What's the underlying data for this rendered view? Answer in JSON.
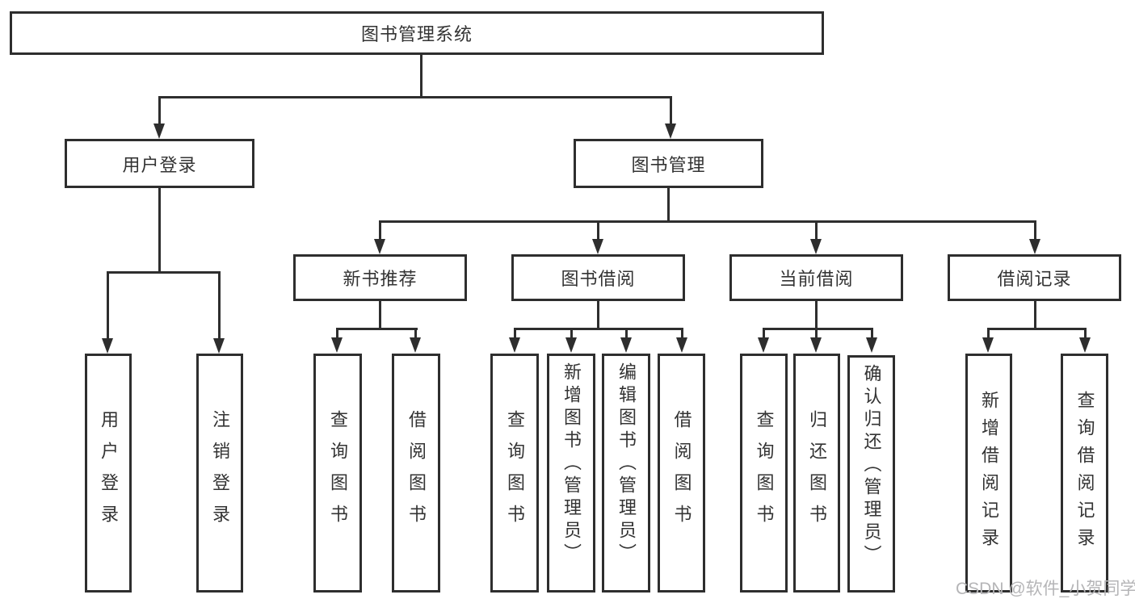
{
  "title": "图书管理系统",
  "branches": [
    {
      "label": "用户登录",
      "children": [
        {
          "label": "用户登录"
        },
        {
          "label": "注销登录"
        }
      ]
    },
    {
      "label": "图书管理",
      "children": [
        {
          "label": "新书推荐",
          "children": [
            {
              "label": "查询图书"
            },
            {
              "label": "借阅图书"
            }
          ]
        },
        {
          "label": "图书借阅",
          "children": [
            {
              "label": "查询图书"
            },
            {
              "label": "新增图书（管理员）"
            },
            {
              "label": "编辑图书（管理员）"
            },
            {
              "label": "借阅图书"
            }
          ]
        },
        {
          "label": "当前借阅",
          "children": [
            {
              "label": "查询图书"
            },
            {
              "label": "归还图书"
            },
            {
              "label": "确认归还（管理员）"
            }
          ]
        },
        {
          "label": "借阅记录",
          "children": [
            {
              "label": "新增借阅记录"
            },
            {
              "label": "查询借阅记录"
            }
          ]
        }
      ]
    }
  ],
  "watermark": {
    "text": "CSDN @软件_小贺同学"
  },
  "colors": {
    "line": "#2e2e2e",
    "box_border": "#2e2e2e",
    "text": "#333333",
    "watermark": "#b5b5b7",
    "background": "#ffffff"
  }
}
